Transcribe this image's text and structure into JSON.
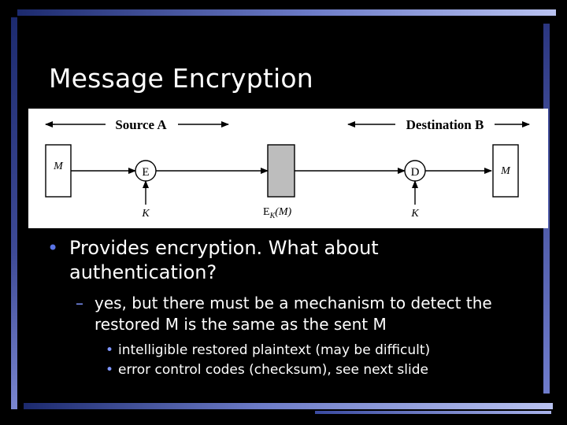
{
  "slide": {
    "title": "Message Encryption"
  },
  "diagram": {
    "source_label": "Source A",
    "destination_label": "Destination B",
    "input_message": "M",
    "output_message": "M",
    "encrypt_node": "E",
    "decrypt_node": "D",
    "key_in": "K",
    "key_out": "K",
    "ciphertext_main": "E",
    "ciphertext_sub": "K",
    "ciphertext_arg": "(M)"
  },
  "bullets": {
    "level1_mark": "•",
    "level2_mark": "–",
    "level3_mark": "•",
    "item1_line1": "Provides encryption. What about",
    "item1_line2": "authentication?",
    "sub1_line1": "yes, but there must be a mechanism to detect the",
    "sub1_line2": "restored M is the same as the sent M",
    "subsub1": "intelligible restored plaintext (may be difficult)",
    "subsub2": "error control codes (checksum), see next slide"
  }
}
